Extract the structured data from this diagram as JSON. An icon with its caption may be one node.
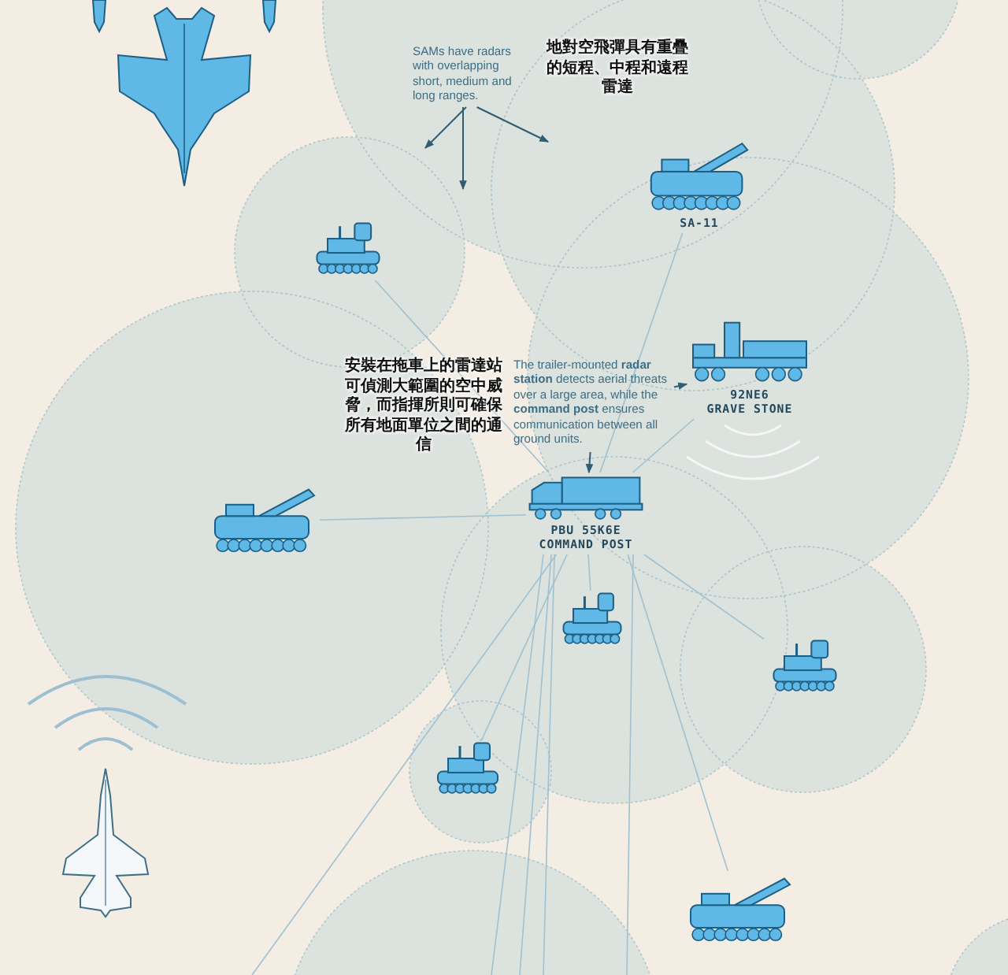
{
  "diagram": {
    "nodes": [
      {
        "text": [
          "SAMs have radars with overlapping short, medium and long ranges."
        ]
      },
      {
        "text": [],
        "shape": "picture"
      },
      {
        "text": [
          "SA-11"
        ]
      },
      {
        "text": [
          "The trailer-mounted **radar station** detects aerial threats over a large area, while the **command post** ensures communication between all ground units."
        ]
      },
      {
        "text": [
          "92NE6",
          "GRAVE STONE"
        ]
      },
      {
        "text": [],
        "shape": "picture"
      },
      {
        "text": [
          "PBU 55K6E",
          "COMMAND POST"
        ]
      },
      {
        "text": [],
        "shape": "picture"
      },
      {
        "text": [],
        "shape": "picture"
      },
      {
        "text": [],
        "shape": "picture"
      },
      {
        "text": [],
        "shape": "picture"
      }
    ],
    "edges": [
      {
        "from": 0,
        "to": null,
        "arrow": "to",
        "color": "#2f5d73"
      },
      {
        "from": 0,
        "to": null,
        "arrow": "to",
        "color": "#2f5d73"
      },
      {
        "from": 0,
        "to": null,
        "arrow": "to",
        "color": "#2f5d73"
      },
      {
        "from": 3,
        "to": 4,
        "arrow": "to",
        "color": "#2f5d73"
      },
      {
        "from": 3,
        "to": 6,
        "arrow": "to",
        "color": "#2f5d73"
      },
      {
        "from": 6,
        "to": 1,
        "arrow": "none"
      },
      {
        "from": 6,
        "to": 2,
        "arrow": "none"
      },
      {
        "from": 6,
        "to": 4,
        "arrow": "none"
      },
      {
        "from": 6,
        "to": 5,
        "arrow": "none"
      },
      {
        "from": 6,
        "to": 7,
        "arrow": "none"
      },
      {
        "from": 6,
        "to": 8,
        "arrow": "none"
      },
      {
        "from": 6,
        "to": 9,
        "arrow": "none"
      },
      {
        "from": 6,
        "to": 10,
        "arrow": "none"
      },
      {
        "from": 6,
        "to": null,
        "arrow": "none"
      },
      {
        "from": 6,
        "to": null,
        "arrow": "none"
      },
      {
        "from": 6,
        "to": null,
        "arrow": "none"
      },
      {
        "from": 6,
        "to": null,
        "arrow": "none"
      },
      {
        "from": 6,
        "to": null,
        "arrow": "none"
      }
    ],
    "labels": [
      "地對空飛彈具有重疊的短程、中程和遠程雷達",
      "安裝在拖車上的雷達站可偵測大範圍的空中威脅，而指揮所則可確保所有地面單位之間的通信"
    ]
  }
}
